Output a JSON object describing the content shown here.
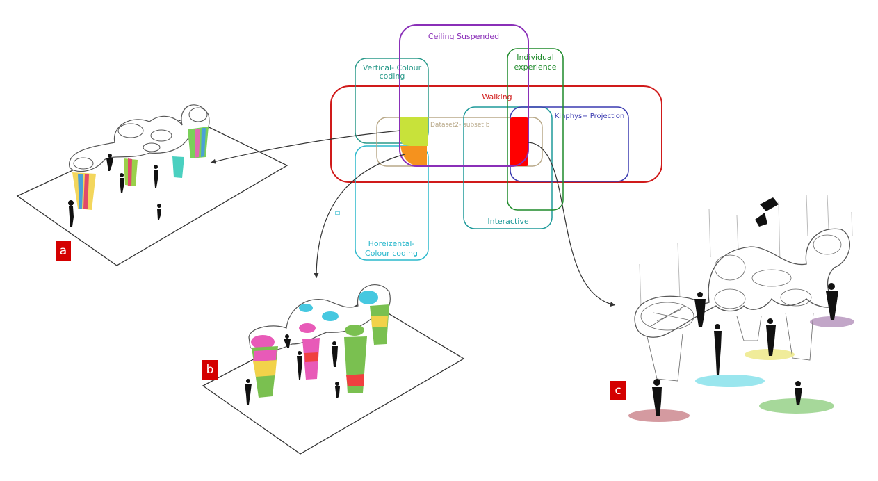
{
  "diagram": {
    "sets": [
      {
        "id": "ceiling",
        "label": "Ceiling Suspended",
        "color": "#8a2fb8"
      },
      {
        "id": "vertical",
        "label": [
          "Vertical- Colour",
          "coding"
        ],
        "color": "#2a9a8a"
      },
      {
        "id": "individual",
        "label": [
          "Individual",
          "experience"
        ],
        "color": "#1e8a2a"
      },
      {
        "id": "walking",
        "label": "Walking",
        "color": "#d01a1a"
      },
      {
        "id": "dataset",
        "label": "Dataset2- subset b",
        "color": "#b8a888"
      },
      {
        "id": "kinect",
        "label": "Kinphys+ Projection",
        "color": "#3a3ab0"
      },
      {
        "id": "interactive",
        "label": "Interactive",
        "color": "#1e9a9a"
      },
      {
        "id": "horizontal",
        "label": [
          "Horeizental-",
          "Colour coding"
        ],
        "color": "#2ab8cc"
      }
    ],
    "highlights": [
      {
        "id": "lime",
        "color": "#c8e23a"
      },
      {
        "id": "orange",
        "color": "#f5921e"
      },
      {
        "id": "red",
        "color": "#ff0000"
      }
    ],
    "sketches": [
      {
        "id": "a",
        "tag": "a"
      },
      {
        "id": "b",
        "tag": "b"
      },
      {
        "id": "c",
        "tag": "c"
      }
    ]
  }
}
